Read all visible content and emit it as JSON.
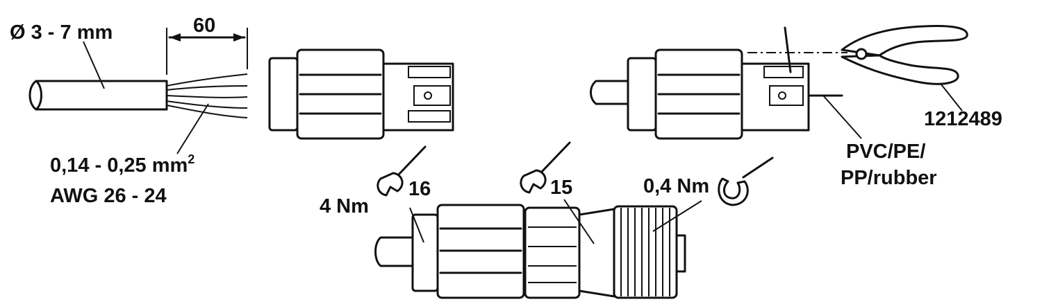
{
  "labels": {
    "cable_diameter": "Ø 3 - 7 mm",
    "strip_length": "60",
    "wire_cross_section": "0,14 - 0,25 mm",
    "wire_cross_section_sup": "2",
    "awg_range": "AWG 26 - 24",
    "torque_1": "4 Nm",
    "wrench_size_1": "16",
    "wrench_size_2": "15",
    "torque_3": "0,4 Nm",
    "tool_part_number": "1212489",
    "cable_material_line1": "PVC/PE/",
    "cable_material_line2": "PP/rubber"
  },
  "colors": {
    "line": "#111111",
    "background": "#ffffff"
  }
}
